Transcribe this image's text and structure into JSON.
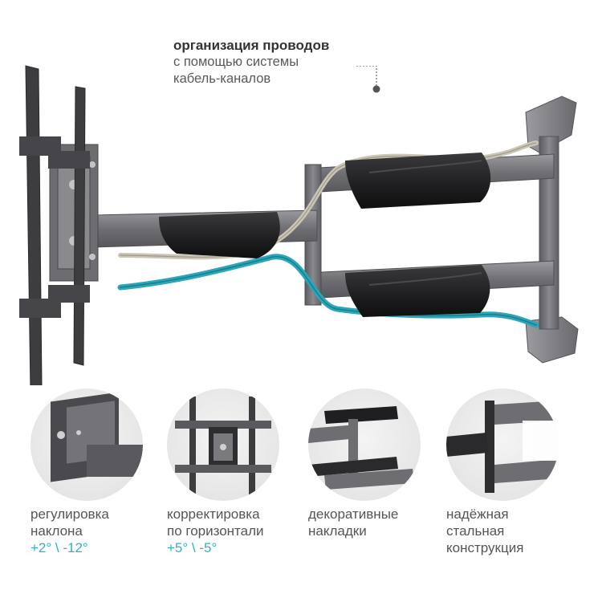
{
  "callout": {
    "title": "организация проводов",
    "line1": "с помощью системы",
    "line2": "кабель-каналов"
  },
  "features": [
    {
      "line1": "регулировка",
      "line2": "наклона",
      "line3": "+2° \\ -12°"
    },
    {
      "line1": "корректировка",
      "line2": "по горизонтали",
      "line3": "+5° \\ -5°"
    },
    {
      "line1": "декоративные",
      "line2": "накладки"
    },
    {
      "line1": "надёжная",
      "line2": "стальная",
      "line3": "конструкция"
    }
  ],
  "colors": {
    "accent": "#2bb3c9",
    "steel": "#7b7b7e",
    "dark_steel": "#3d3d40",
    "cover": "#1f1f21",
    "cable_teal": "#2aa6b8",
    "cable_grey": "#c9c4b4"
  }
}
